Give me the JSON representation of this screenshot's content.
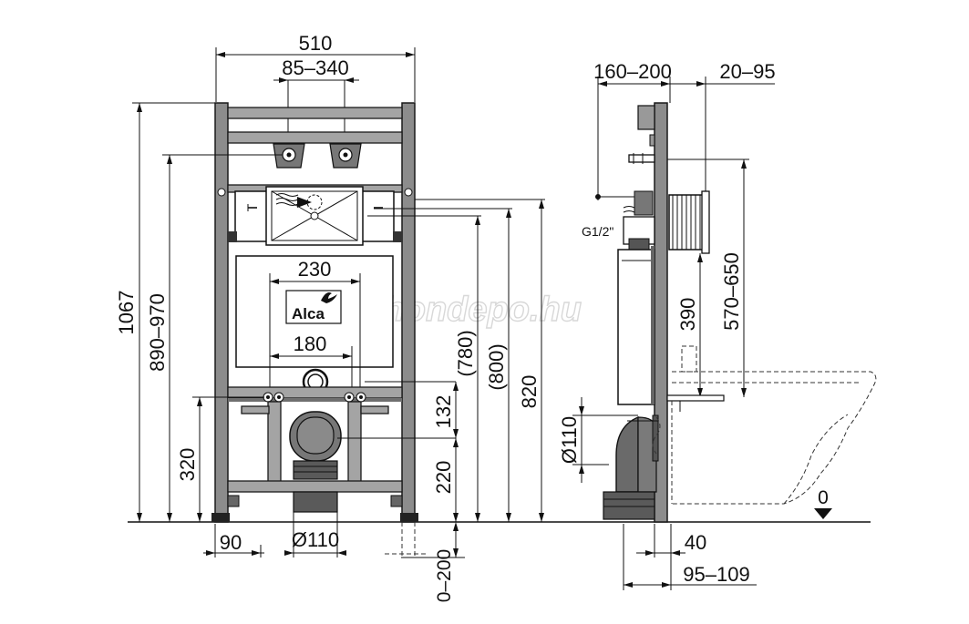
{
  "image_title": "",
  "front_view": {
    "dims": {
      "total_width": "510",
      "upper_pipe_spacing": "85–340",
      "inner_spacing_top": "230",
      "inner_spacing_bottom": "180",
      "total_height": "1067",
      "adjustable_height": "890–970",
      "bracket_height": "320",
      "foot_offset": "90",
      "drain_diameter": "Ø110",
      "height_780": "(780)",
      "height_800": "(800)",
      "height_820": "820",
      "drain_to_outlet": "132",
      "drain_height": "220",
      "leg_adjust": "0–200"
    },
    "brand_logo": "Alca"
  },
  "side_view": {
    "dims": {
      "top_depth": "160–200",
      "top_offset": "20–95",
      "water_connection": "G1/2\"",
      "bracket_distance": "390",
      "flush_range": "570–650",
      "drain_diameter": "Ø110",
      "floor_level": "0",
      "wall_offset": "40",
      "drain_depth": "95–109"
    }
  },
  "watermark": "otthondepo.hu"
}
